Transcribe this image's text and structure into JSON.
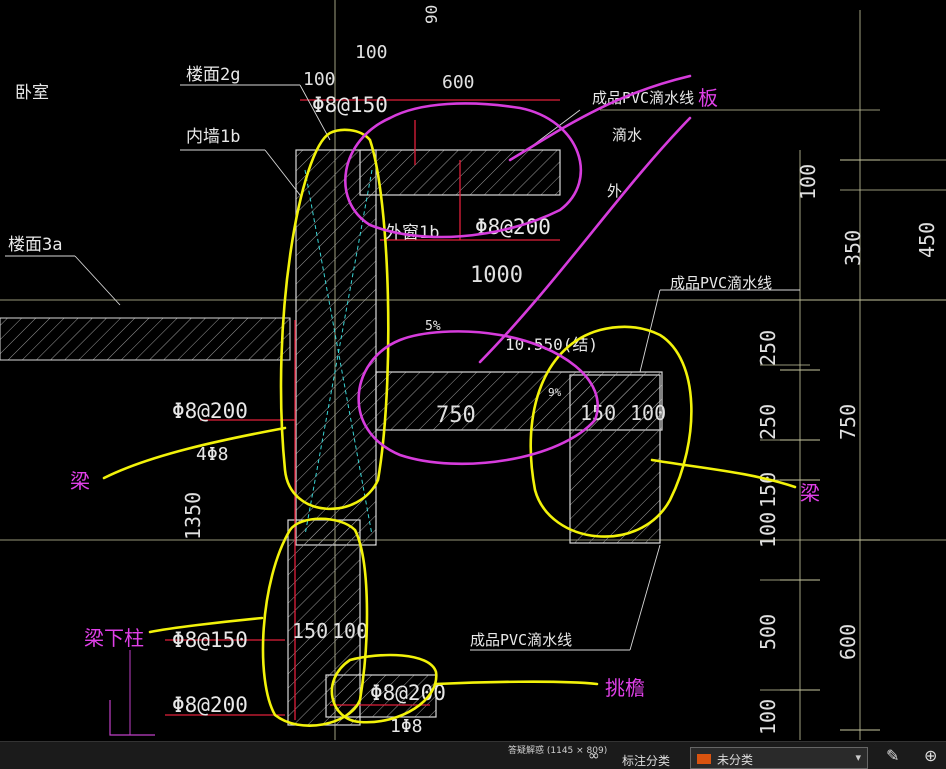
{
  "drawing": {
    "labels": {
      "bedroom": "卧室",
      "floor2g": "楼面2g",
      "innerwall1b": "内墙1b",
      "floor3a": "楼面3a",
      "outerwindow1b": "外窗1b",
      "pvc_drip_1": "成品PVC滴水线",
      "drip": "滴水",
      "outer": "外",
      "pvc_drip_2": "成品PVC滴水线",
      "pvc_drip_3": "成品PVC滴水线",
      "elevation": "10.550(结)",
      "pct5": "5%",
      "pct_small": "9%"
    },
    "dimensions": {
      "d90": "90",
      "d100_top": "100",
      "d100_left": "100",
      "d600": "600",
      "d1000": "1000",
      "d750_h": "750",
      "d150_h": "150",
      "d100_h": "100",
      "d150_lower": "150",
      "d100_lower": "100",
      "d1350": "1350",
      "r100": "100",
      "r350": "350",
      "r450": "450",
      "r250a": "250",
      "r250b": "250",
      "r750": "750",
      "r150": "150",
      "r100b": "100",
      "r500": "500",
      "r600": "600",
      "r100c": "100"
    },
    "rebar": {
      "phi8_150_top": "Φ8@150",
      "phi8_200_slab": "Φ8@200",
      "phi8_200_beam": "Φ8@200",
      "fourphi8": "4Φ8",
      "phi8_150_col": "Φ8@150",
      "phi8_200_col": "Φ8@200",
      "phi8_200_canopy": "Φ8@200",
      "onephi8": "1Φ8"
    }
  },
  "annotations": {
    "slab": "板",
    "beam_left": "梁",
    "beam_right": "梁",
    "column_under_beam": "梁下柱",
    "canopy": "挑檐"
  },
  "statusbar": {
    "coord": "答疑解惑 (1145 × 809)",
    "anno_label": "标注分类",
    "select_value": "未分类"
  },
  "colors": {
    "background": "#000000",
    "cad_line": "#d8d8d8",
    "highlight_yellow": "#f2f20a",
    "annotation_magenta": "#d63cdc",
    "rebar_red": "#e0203a"
  }
}
